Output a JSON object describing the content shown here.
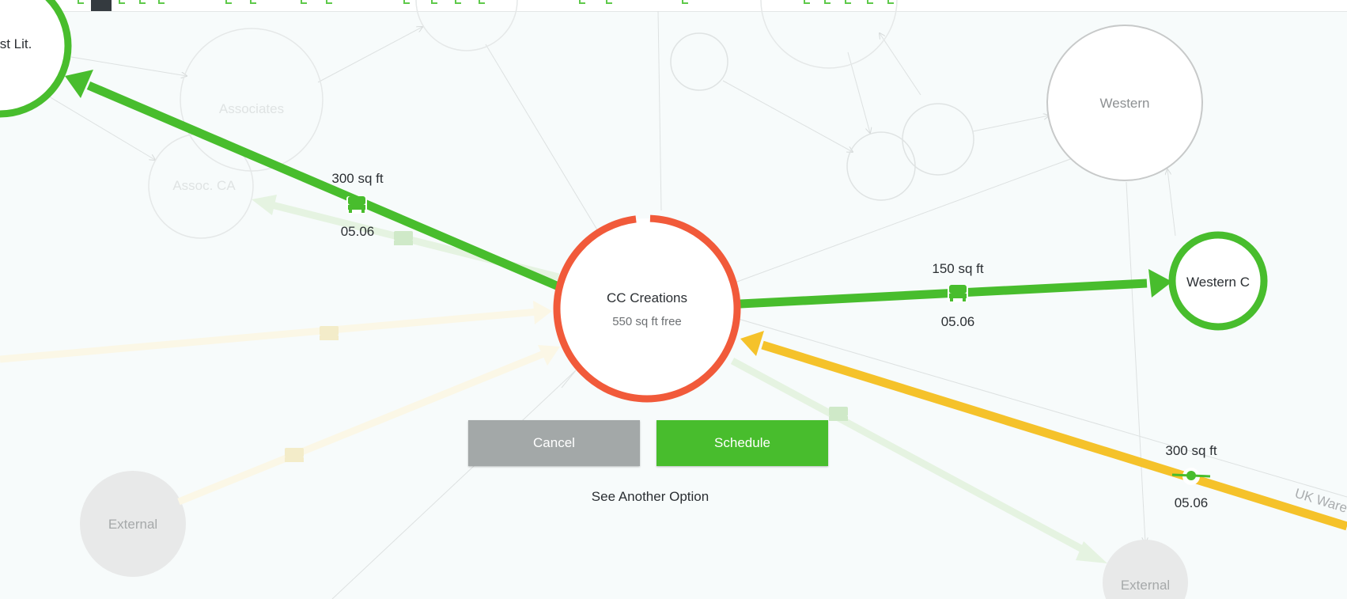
{
  "colors": {
    "selected_ring": "#f15a3a",
    "green": "#48bd2d",
    "yellow": "#f5c22a",
    "faded_node": "#d8dcdc",
    "background": "#f7fbfb"
  },
  "nodes": {
    "first_lit": "st Lit.",
    "associates": "Associates",
    "assoc_ca": "Assoc. CA",
    "western": "Western",
    "western_c": "Western C",
    "external_left": "External",
    "external_right": "External",
    "cc_creations": {
      "name": "CC Creations",
      "free": "550 sq ft free"
    }
  },
  "links": {
    "to_first_lit": {
      "size": "300 sq ft",
      "date": "05.06",
      "icon": "truck-icon"
    },
    "to_western_c": {
      "size": "150 sq ft",
      "date": "05.06",
      "icon": "truck-icon"
    },
    "from_uk_warehouse": {
      "size": "300 sq ft",
      "date": "05.06",
      "icon": "plane-icon",
      "label": "UK Ware"
    }
  },
  "actions": {
    "cancel": "Cancel",
    "schedule": "Schedule",
    "see_another": "See Another Option"
  }
}
